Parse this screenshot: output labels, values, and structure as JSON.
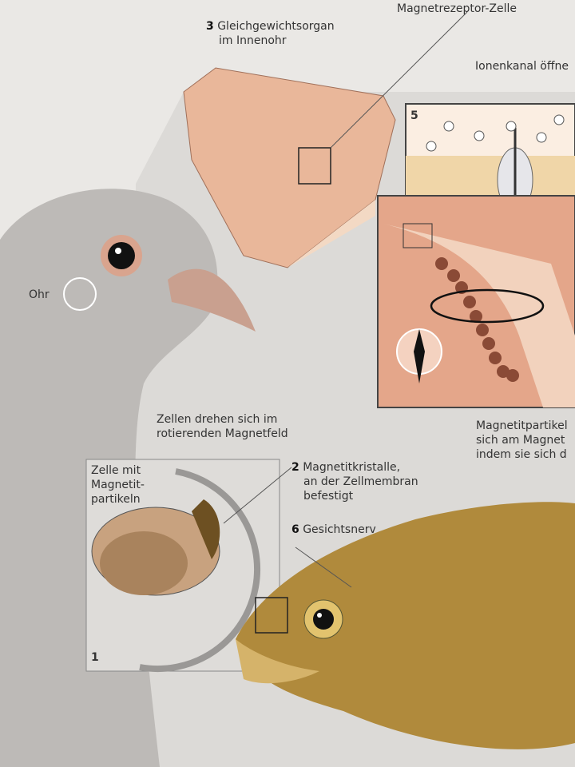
{
  "labels": {
    "gleichgewicht_num": "3",
    "gleichgewicht_line1": "Gleichgewichtsorgan",
    "gleichgewicht_line2": "im Innenohr",
    "magnetrezeptor": "Magnetrezeptor-Zelle",
    "ionenkanal": "Ionenkanal öffne",
    "panel5_num": "5",
    "ohr": "Ohr",
    "magnetitpartikel_line1": "Magnetitpartikel",
    "magnetitpartikel_line2": "sich am Magnet",
    "magnetitpartikel_line3": "indem sie sich d",
    "zellen_line1": "Zellen drehen sich im",
    "zellen_line2": "rotierenden Magnetfeld",
    "zelle_line1": "Zelle mit",
    "zelle_line2": "Magnetit-",
    "zelle_line3": "partikeln",
    "kristalle_num": "2",
    "kristalle_line1": "Magnetitkristalle,",
    "kristalle_line2": "an der Zellmembran",
    "kristalle_line3": "befestigt",
    "nerv_num": "6",
    "nerv": "Gesichtsnerv",
    "panel1_num": "1"
  },
  "colors": {
    "background": "#eae8e5",
    "tissue": "#e9b79a",
    "fish": "#b08a3c",
    "pigeon": "#bdbab7",
    "ion": "#ffffff"
  }
}
